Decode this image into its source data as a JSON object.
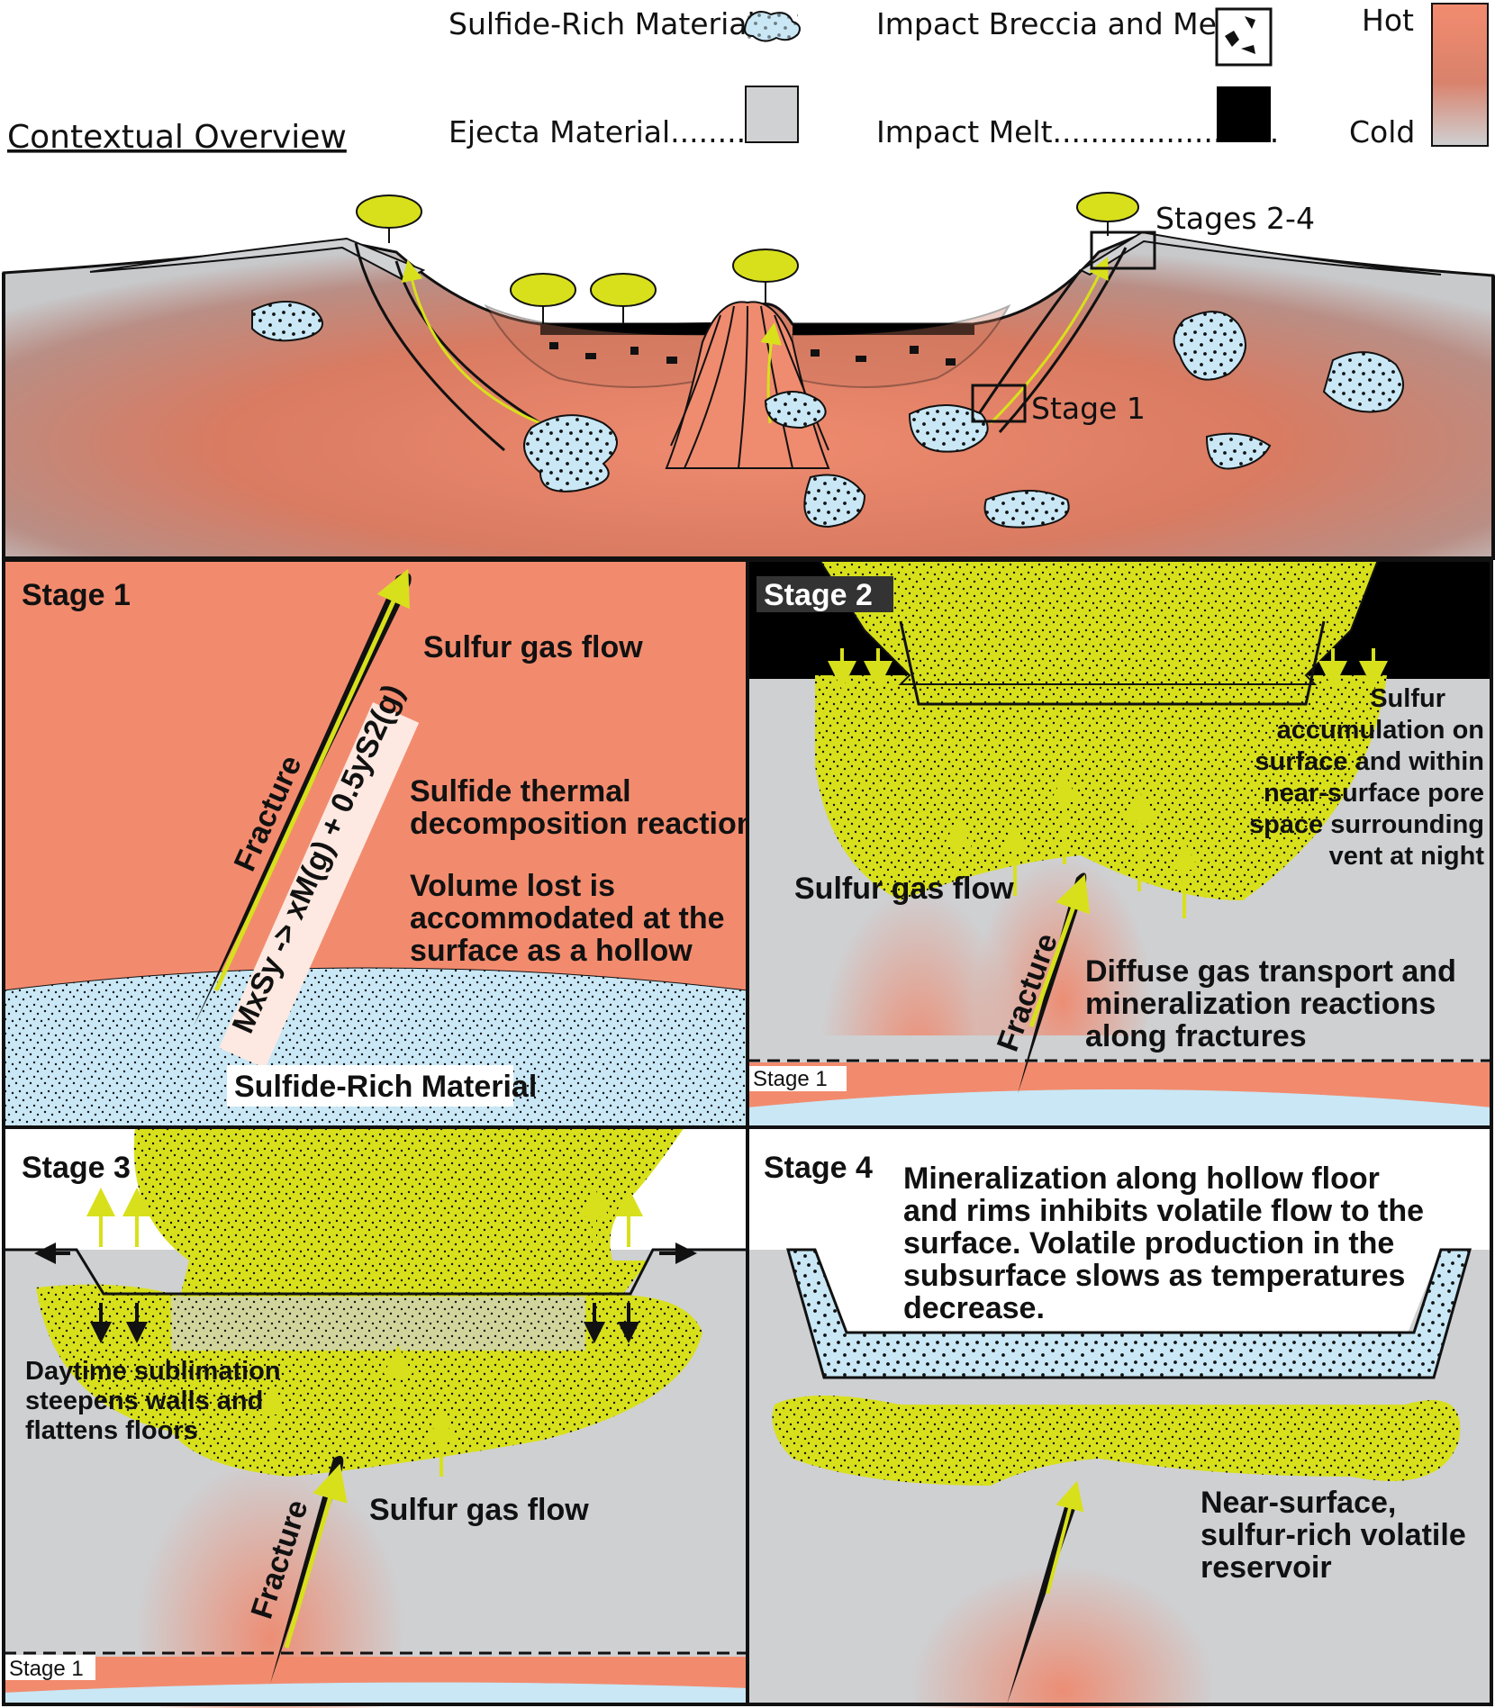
{
  "legend": {
    "sulfide_rich": "Sulfide-Rich Material",
    "ejecta": "Ejecta Material.............",
    "breccia": "Impact Breccia and Melt",
    "melt": "Impact Melt........................",
    "hot": "Hot",
    "cold": "Cold"
  },
  "overview": {
    "title": "Contextual Overview",
    "stages_2_4": "Stages 2-4",
    "stage_1": "Stage 1"
  },
  "stage1": {
    "title": "Stage 1",
    "gas_flow": "Sulfur gas flow",
    "fracture": "Fracture",
    "reaction": "MxSy -> xM(g) + 0.5yS2(g)",
    "text1_line1": "Sulfide thermal",
    "text1_line2": "decomposition reaction.",
    "text2_line1": "Volume lost is",
    "text2_line2": "accommodated at the",
    "text2_line3": "surface as a hollow",
    "material": "Sulfide-Rich Material"
  },
  "stage2": {
    "title": "Stage 2",
    "accum_line1": "Sulfur",
    "accum_line2": "accumulation on",
    "accum_line3": "surface and within",
    "accum_line4": "near-surface pore",
    "accum_line5": "space  surrounding",
    "accum_line6": "vent at night",
    "gas_flow": "Sulfur gas flow",
    "fracture": "Fracture",
    "diffuse_line1": "Diffuse gas transport and",
    "diffuse_line2": "mineralization reactions",
    "diffuse_line3": "along fractures",
    "stage1_label": "Stage 1"
  },
  "stage3": {
    "title": "Stage 3",
    "day_line1": "Daytime sublimation",
    "day_line2": "steepens walls and",
    "day_line3": "flattens floors",
    "gas_flow": "Sulfur gas flow",
    "fracture": "Fracture",
    "stage1_label": "Stage 1"
  },
  "stage4": {
    "title": "Stage 4",
    "min_line1": "Mineralization along hollow floor",
    "min_line2": "and rims inhibits volatile flow to the",
    "min_line3": "surface. Volatile production in the",
    "min_line4": "subsurface slows as temperatures",
    "min_line5": "decrease.",
    "res_line1": "Near-surface,",
    "res_line2": "sulfur-rich volatile",
    "res_line3": "reservoir"
  },
  "colors": {
    "hot": "#f28b6e",
    "cold": "#cfd0d2",
    "sulfur": "#d8e01c",
    "sulfide": "#c9e7f5",
    "melt": "#000000",
    "ejecta": "#d0d1d3"
  }
}
